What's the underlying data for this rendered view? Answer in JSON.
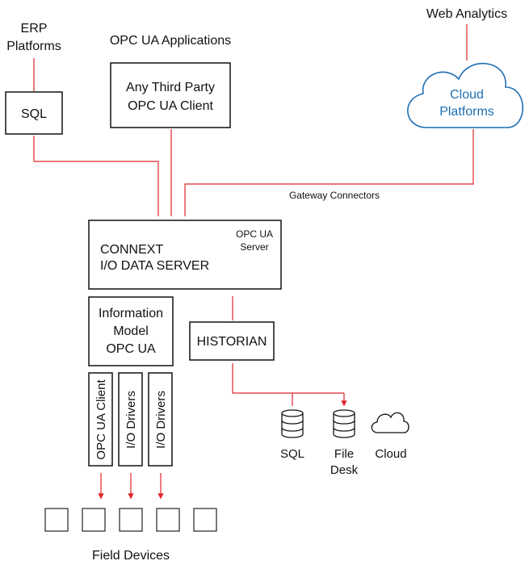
{
  "labels": {
    "erp_line1": "ERP",
    "erp_line2": "Platforms",
    "opc_apps": "OPC UA Applications",
    "web_analytics": "Web Analytics",
    "sql_box": "SQL",
    "third_party_line1": "Any Third Party",
    "third_party_line2": "OPC UA Client",
    "cloud_line1": "Cloud",
    "cloud_line2": "Platforms",
    "gateway": "Gateway Connectors",
    "server_line1": "CONNEXT",
    "server_line2": "I/O DATA SERVER",
    "server_tag_line1": "OPC UA",
    "server_tag_line2": "Server",
    "info_line1": "Information",
    "info_line2": "Model",
    "info_line3": "OPC UA",
    "historian": "HISTORIAN",
    "driver1": "OPC UA Client",
    "driver2": "I/O Drivers",
    "driver3": "I/O Drivers",
    "store_sql": "SQL",
    "store_file_line1": "File",
    "store_file_line2": "Desk",
    "store_cloud": "Cloud",
    "field_devices": "Field Devices"
  },
  "colors": {
    "connector": "#e0262b",
    "cloud_accent": "#1f6fb2",
    "stroke": "#111111"
  },
  "icons": {
    "database": "database-icon",
    "cloud": "cloud-icon"
  },
  "field_device_count": 5
}
